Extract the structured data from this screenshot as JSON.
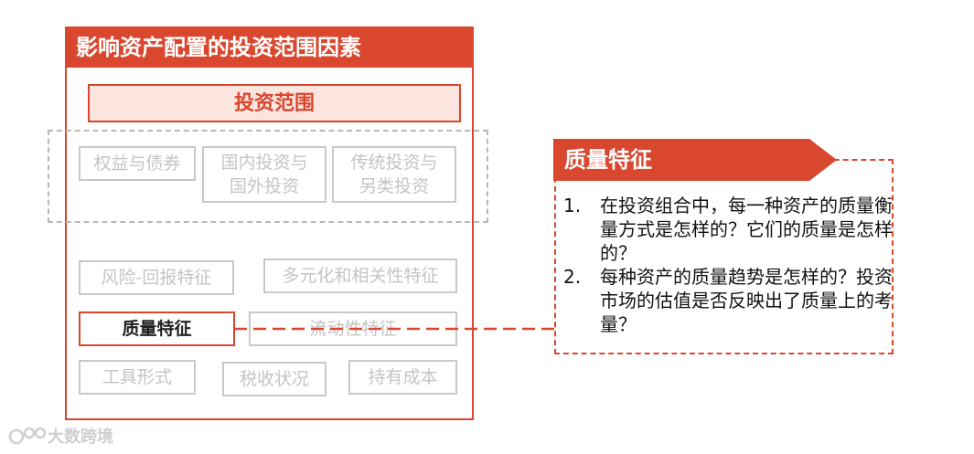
{
  "panel": {
    "title": "影响资产配置的投资范围因素"
  },
  "scope": {
    "label": "投资范围"
  },
  "group_items": [
    {
      "id": "equity-bond",
      "lines": [
        "权益与债券"
      ]
    },
    {
      "id": "domestic-foreign",
      "lines": [
        "国内投资与",
        "国外投资"
      ]
    },
    {
      "id": "traditional-alt",
      "lines": [
        "传统投资与",
        "另类投资"
      ]
    }
  ],
  "factors": {
    "risk_return": "风险-回报特征",
    "diversification": "多元化和相关性特征",
    "quality": "质量特征",
    "liquidity": "流动性特征",
    "instrument": "工具形式",
    "tax": "税收状况",
    "holding_cost": "持有成本"
  },
  "callout": {
    "title": "质量特征",
    "items": [
      {
        "num": "1.",
        "text": "在投资组合中，每一种资产的质量衡量方式是怎样的？它们的质量是怎样的？"
      },
      {
        "num": "2.",
        "text": "每种资产的质量趋势是怎样的？投资市场的估值是否反映出了质量上的考量？"
      }
    ]
  },
  "watermark": {
    "text": "大数跨境"
  },
  "colors": {
    "accent": "#d9472f",
    "scope_fill": "#fce4df",
    "faded": "#c4c4c4"
  }
}
